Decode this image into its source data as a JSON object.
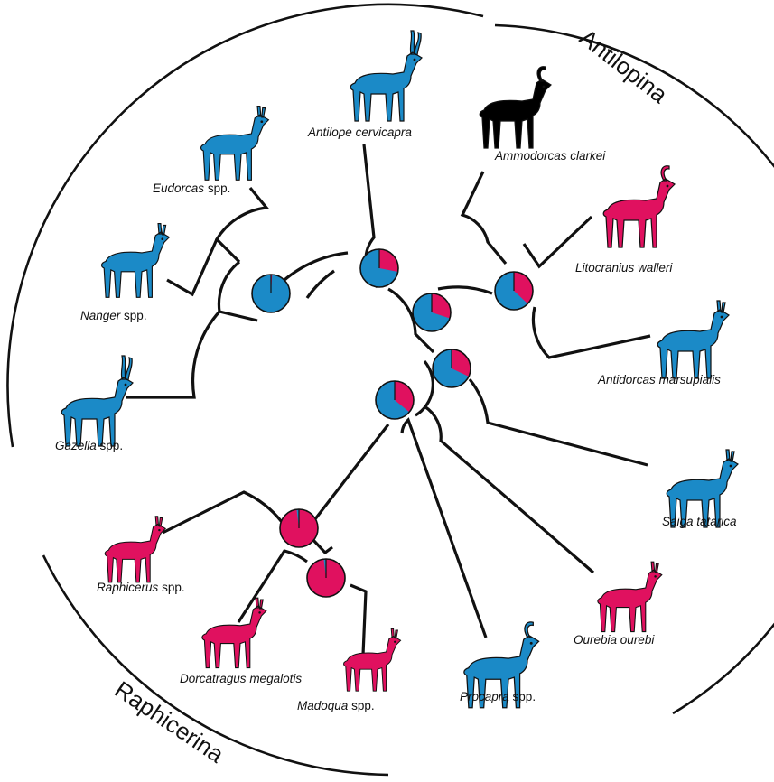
{
  "colors": {
    "blue": "#1b8ac7",
    "pink": "#e0115f",
    "black": "#000000",
    "line": "#111111"
  },
  "clades": {
    "antilopina": "Antilopina",
    "raphicerina": "Raphicerina"
  },
  "taxa": [
    {
      "id": "antilope",
      "genus": "Antilope",
      "epithet": "cervicapra",
      "state": "blue",
      "icon": "blackbuck-silhouette"
    },
    {
      "id": "ammodorcas",
      "genus": "Ammodorcas",
      "epithet": "clarkei",
      "state": "black",
      "icon": "dibatag-silhouette"
    },
    {
      "id": "eudorcas",
      "genus": "Eudorcas",
      "epithet": "spp.",
      "epithet_italic": false,
      "state": "blue",
      "icon": "gazelle-silhouette"
    },
    {
      "id": "litocranius",
      "genus": "Litocranius",
      "epithet": "walleri",
      "state": "pink",
      "icon": "gerenuk-silhouette"
    },
    {
      "id": "nanger",
      "genus": "Nanger",
      "epithet": "spp.",
      "epithet_italic": false,
      "state": "blue",
      "icon": "gazelle-silhouette"
    },
    {
      "id": "antidorcas",
      "genus": "Antidorcas",
      "epithet": "marsupialis",
      "state": "blue",
      "icon": "springbok-silhouette"
    },
    {
      "id": "gazella",
      "genus": "Gazella",
      "epithet": "spp.",
      "epithet_italic": false,
      "state": "blue",
      "icon": "gazelle-silhouette"
    },
    {
      "id": "saiga",
      "genus": "Saiga",
      "epithet": "tatarica",
      "state": "blue",
      "icon": "saiga-silhouette"
    },
    {
      "id": "raphicerus",
      "genus": "Raphicerus",
      "epithet": "spp.",
      "epithet_italic": false,
      "state": "pink",
      "icon": "steenbok-silhouette"
    },
    {
      "id": "ourebia",
      "genus": "Ourebia",
      "epithet": "ourebi",
      "state": "pink",
      "icon": "oribi-silhouette"
    },
    {
      "id": "dorcatragus",
      "genus": "Dorcatragus",
      "epithet": "megalotis",
      "state": "pink",
      "icon": "beira-silhouette"
    },
    {
      "id": "madoqua",
      "genus": "Madoqua",
      "epithet": "spp.",
      "epithet_italic": false,
      "state": "pink",
      "icon": "dikdik-silhouette"
    },
    {
      "id": "procapra",
      "genus": "Procapra",
      "epithet": "spp.",
      "epithet_italic": false,
      "state": "blue",
      "icon": "goa-silhouette"
    }
  ],
  "nodes": [
    {
      "id": "node-gazella-group",
      "pink_fraction": 0.01
    },
    {
      "id": "node-antilope-clade",
      "pink_fraction": 0.28
    },
    {
      "id": "node-litocranius-clade",
      "pink_fraction": 0.37
    },
    {
      "id": "node-inner-1",
      "pink_fraction": 0.3
    },
    {
      "id": "node-inner-2",
      "pink_fraction": 0.32
    },
    {
      "id": "node-root",
      "pink_fraction": 0.36
    },
    {
      "id": "node-raphicerina",
      "pink_fraction": 0.98
    },
    {
      "id": "node-raphicerina-inner",
      "pink_fraction": 0.98
    }
  ]
}
